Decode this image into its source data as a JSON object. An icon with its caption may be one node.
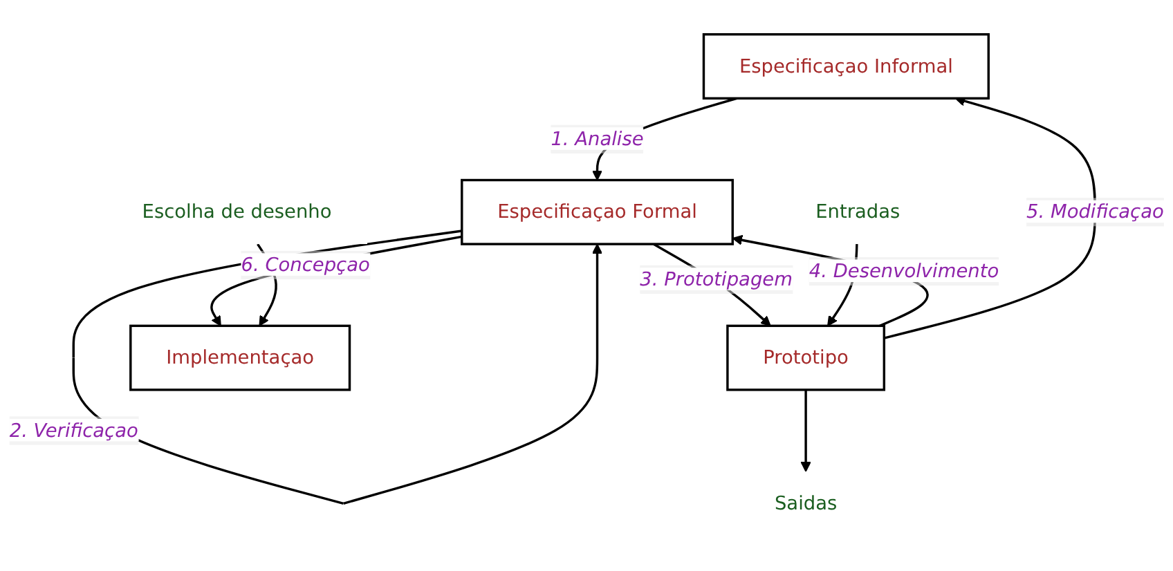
{
  "diagram": {
    "nodes": [
      {
        "text": [
          "Especificaçao Informal"
        ]
      },
      {
        "text": [
          "Especificaçao Formal"
        ]
      },
      {
        "text": [
          "Prototipo"
        ]
      },
      {
        "text": [
          "Implementaçao"
        ]
      },
      {
        "text": [
          "Escolha de desenho"
        ]
      },
      {
        "text": [
          "Saidas"
        ]
      },
      {
        "text": [
          "Entradas"
        ]
      }
    ],
    "edges": [
      {
        "from": 0,
        "to": 1,
        "arrow": "to",
        "label": "1. Analise"
      },
      {
        "from": 1,
        "to": 1,
        "arrow": "to",
        "label": "2. Verificaçao"
      },
      {
        "from": 1,
        "to": 2,
        "arrow": "to",
        "label": "3. Prototipagem"
      },
      {
        "from": 2,
        "to": 1,
        "arrow": "to",
        "label": "4. Desenvolvimento"
      },
      {
        "from": 2,
        "to": 0,
        "arrow": "to",
        "label": "5. Modificaçao"
      },
      {
        "from": 1,
        "to": 3,
        "arrow": "to",
        "label": "6. Concepçao"
      },
      {
        "from": 4,
        "to": 3,
        "arrow": "to"
      },
      {
        "from": 2,
        "to": 5,
        "arrow": "to"
      },
      {
        "from": 6,
        "to": 2,
        "arrow": "to"
      }
    ]
  }
}
